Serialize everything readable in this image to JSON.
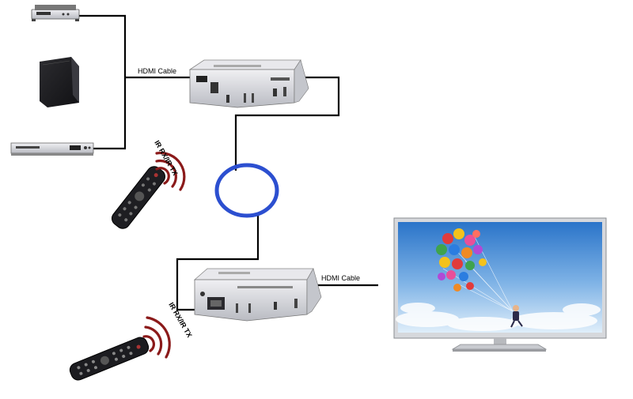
{
  "labels": {
    "hdmi_cable_top": "HDMI Cable",
    "hdmi_cable_bottom": "HDMI Cable",
    "ir_top": "IR RX/IR TX",
    "ir_bottom": "IR RX/IR TX"
  },
  "colors": {
    "wire": "#000000",
    "network_cable": "#2c4fd0",
    "box_body": "#d9d9de",
    "ir_waves": "#8b1a1a",
    "tv_frame": "#d6d8dc"
  },
  "icons": {
    "top_sources": [
      "satellite-receiver-icon",
      "set-top-box-icon",
      "dvd-player-icon"
    ],
    "extender": "hdmi-extender-icon",
    "remote": "remote-control-icon",
    "display": "tv-icon"
  }
}
